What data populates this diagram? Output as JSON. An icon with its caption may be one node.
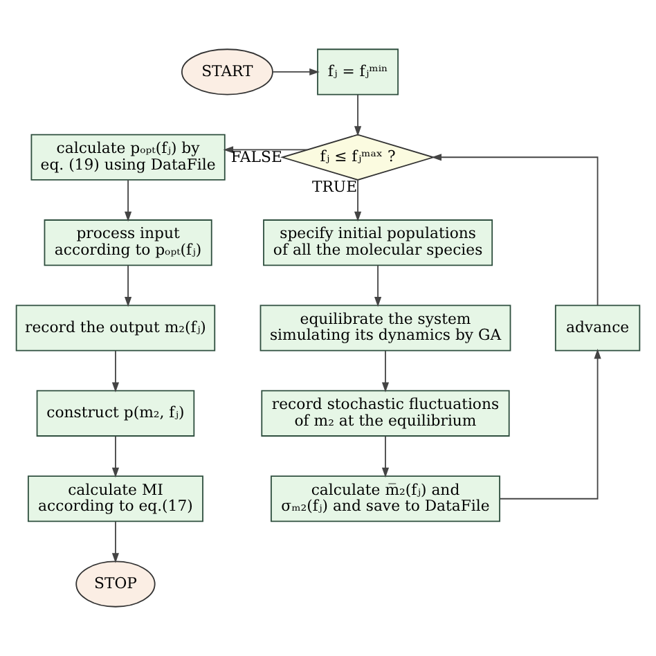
{
  "diagram": {
    "nodes": [
      {
        "text": [
          "START"
        ]
      },
      {
        "text": [
          "fⱼ = fⱼᵐⁱⁿ"
        ]
      },
      {
        "text": [
          "fⱼ ≤ fⱼᵐᵃˣ ?"
        ]
      },
      {
        "text": [
          "calculate pₒₚₜ(fⱼ) by eq. (19) using DataFile"
        ]
      },
      {
        "text": [
          "process input according to pₒₚₜ(fⱼ)"
        ]
      },
      {
        "text": [
          "record the output m₂(fⱼ)"
        ]
      },
      {
        "text": [
          "construct p(m₂, fⱼ)"
        ]
      },
      {
        "text": [
          "calculate MI according to eq.(17)"
        ]
      },
      {
        "text": [
          "STOP"
        ]
      },
      {
        "text": [
          "specify initial populations of all the molecular species"
        ]
      },
      {
        "text": [
          "equilibrate the system simulating its dynamics by GA"
        ]
      },
      {
        "text": [
          "record stochastic fluctuations of m₂ at the equilibrium"
        ]
      },
      {
        "text": [
          "calculate m̅₂(fⱼ) and σₘ₂(fⱼ) and save to DataFile"
        ]
      },
      {
        "text": [
          "advance"
        ]
      }
    ],
    "edges": [
      {
        "from": 0,
        "to": 1,
        "arrow": "to"
      },
      {
        "from": 1,
        "to": 2,
        "arrow": "to"
      },
      {
        "from": 2,
        "to": 3,
        "arrow": "to",
        "label": "FALSE"
      },
      {
        "from": 3,
        "to": 4,
        "arrow": "to"
      },
      {
        "from": 4,
        "to": 5,
        "arrow": "to"
      },
      {
        "from": 5,
        "to": 6,
        "arrow": "to"
      },
      {
        "from": 6,
        "to": 7,
        "arrow": "to"
      },
      {
        "from": 7,
        "to": 8,
        "arrow": "to"
      },
      {
        "from": 2,
        "to": 9,
        "arrow": "to",
        "label": "TRUE"
      },
      {
        "from": 9,
        "to": 10,
        "arrow": "to"
      },
      {
        "from": 10,
        "to": 11,
        "arrow": "to"
      },
      {
        "from": 11,
        "to": 12,
        "arrow": "to"
      },
      {
        "from": 12,
        "to": 13,
        "arrow": "to"
      },
      {
        "from": 13,
        "to": 2,
        "arrow": "to"
      }
    ]
  }
}
